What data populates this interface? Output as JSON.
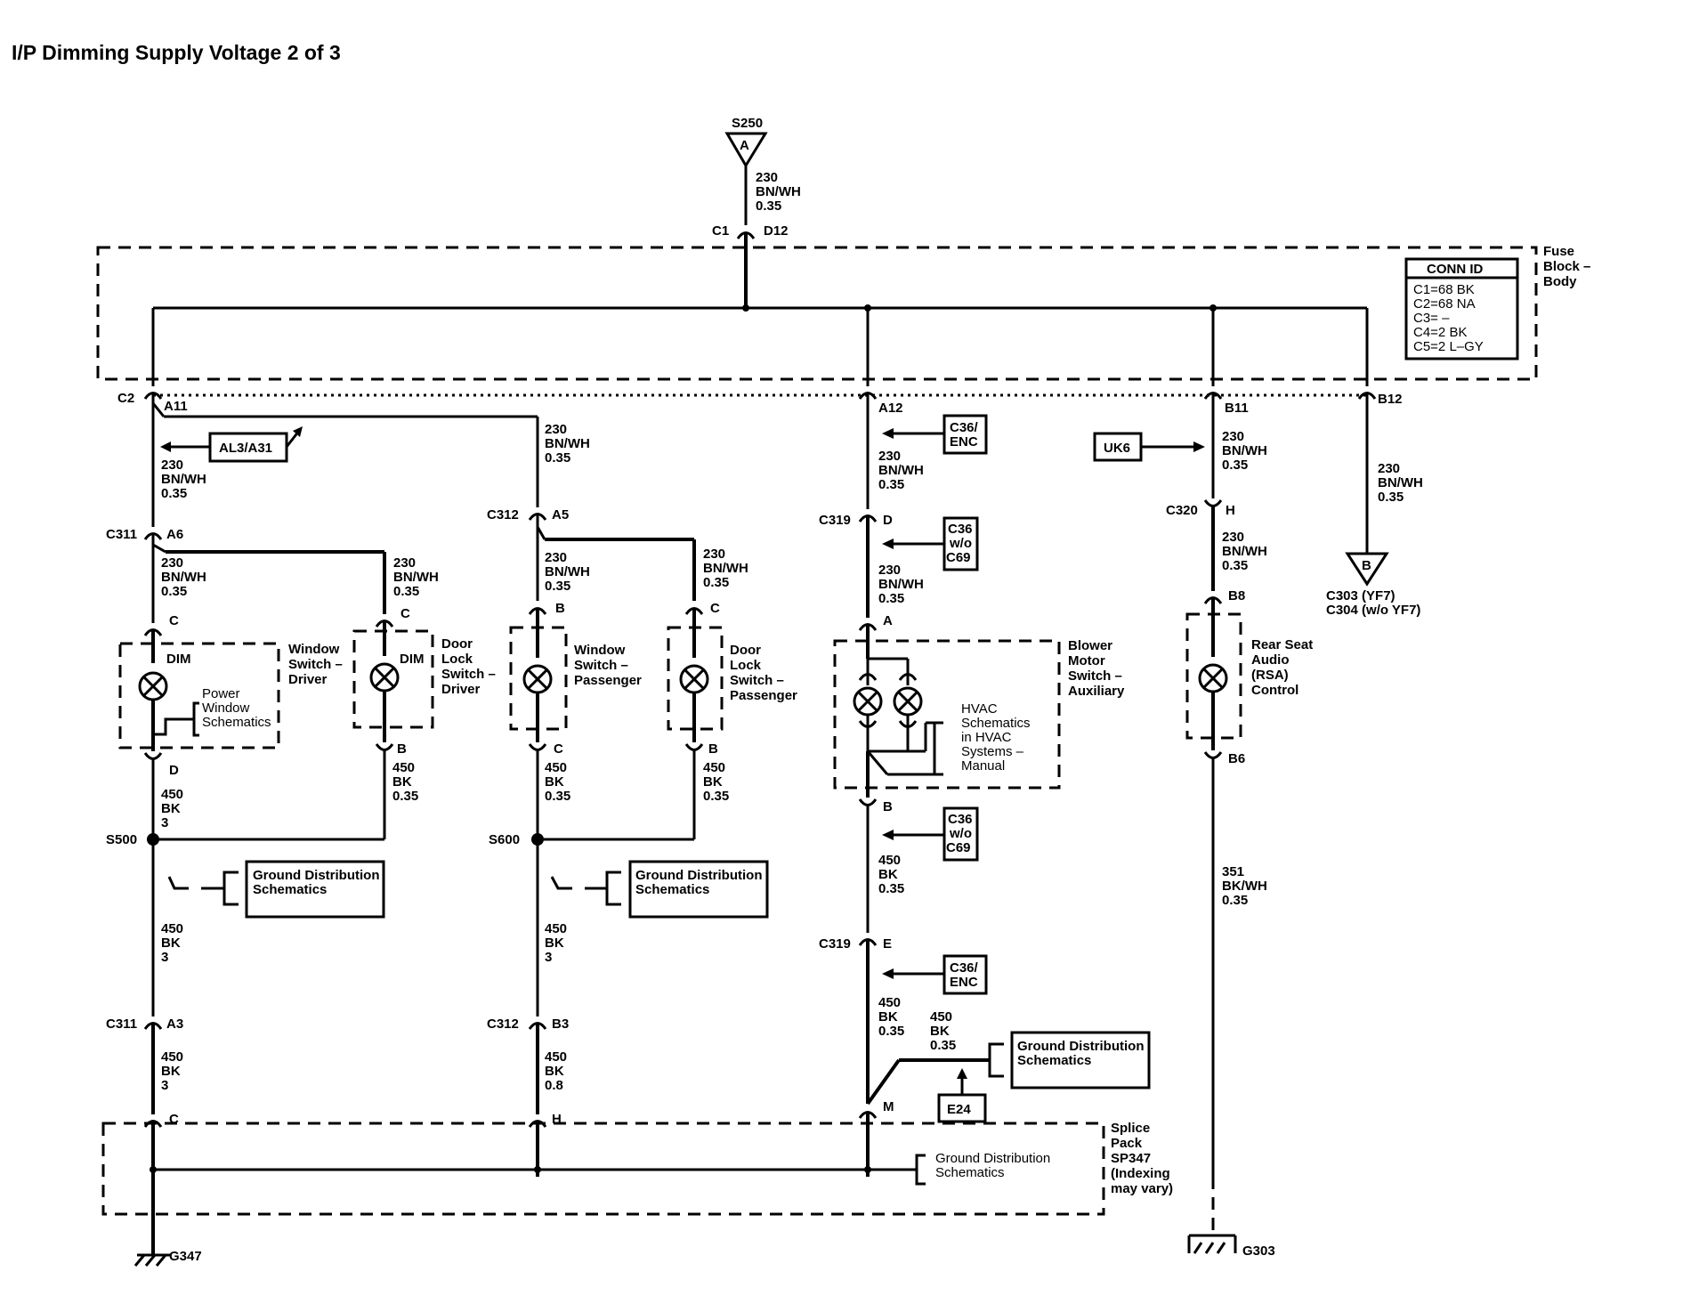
{
  "title": "I/P Dimming Supply Voltage 2 of 3",
  "source_splice": {
    "id": "S250",
    "ref": "A",
    "wire": [
      "230",
      "BN/WH",
      "0.35"
    ],
    "conn_left": "C1",
    "conn_right": "D12"
  },
  "fuse_block": {
    "name_lines": [
      "Fuse",
      "Block –",
      "Body"
    ],
    "conn_id": {
      "header": "CONN ID",
      "rows": [
        "C1=68 BK",
        "C2=68 NA",
        "C3= –",
        "C4=2 BK",
        "C5=2 L–GY"
      ]
    }
  },
  "outputs": {
    "c2_label": "C2",
    "a11": "A11",
    "a12": "A12",
    "b11": "B11",
    "b12": "B12"
  },
  "col1": {
    "ref_box": "AL3/A31",
    "wire1": [
      "230",
      "BN/WH",
      "0.35"
    ],
    "c311_top": "C311",
    "a6": "A6",
    "wire2": [
      "230",
      "BN/WH",
      "0.35"
    ],
    "pin_c": "C",
    "pin_dim": "DIM",
    "pin_d": "D",
    "device_lines": [
      "Window",
      "Switch –",
      "Driver"
    ],
    "sub_ref_lines": [
      "Power",
      "Window",
      "Schematics"
    ],
    "wire3": [
      "450",
      "BK",
      "3"
    ],
    "splice": "S500",
    "ground_ref_lines": [
      "Ground Distribution",
      "Schematics"
    ],
    "wire4": [
      "450",
      "BK",
      "3"
    ],
    "c311_bot": "C311",
    "a3": "A3",
    "wire5": [
      "450",
      "BK",
      "3"
    ],
    "pin_sp": "C",
    "ground": "G347"
  },
  "door_driver": {
    "wire": [
      "230",
      "BN/WH",
      "0.35"
    ],
    "pin_c": "C",
    "pin_dim": "DIM",
    "pin_b": "B",
    "device_lines": [
      "Door",
      "Lock",
      "Switch –",
      "Driver"
    ],
    "wire_out": [
      "450",
      "BK",
      "0.35"
    ]
  },
  "col2": {
    "wire1": [
      "230",
      "BN/WH",
      "0.35"
    ],
    "c312_top": "C312",
    "a5": "A5",
    "wire2": [
      "230",
      "BN/WH",
      "0.35"
    ],
    "pin_b": "B",
    "pin_c": "C",
    "device_lines": [
      "Window",
      "Switch –",
      "Passenger"
    ],
    "wire3": [
      "450",
      "BK",
      "0.35"
    ],
    "splice": "S600",
    "ground_ref_lines": [
      "Ground Distribution",
      "Schematics"
    ],
    "wire4": [
      "450",
      "BK",
      "3"
    ],
    "c312_bot": "C312",
    "b3": "B3",
    "wire5": [
      "450",
      "BK",
      "0.8"
    ],
    "pin_sp": "H"
  },
  "door_passenger": {
    "wire": [
      "230",
      "BN/WH",
      "0.35"
    ],
    "pin_c": "C",
    "pin_b": "B",
    "device_lines": [
      "Door",
      "Lock",
      "Switch –",
      "Passenger"
    ],
    "wire_out": [
      "450",
      "BK",
      "0.35"
    ]
  },
  "col3": {
    "ref1": [
      "C36/",
      "ENC"
    ],
    "wire1": [
      "230",
      "BN/WH",
      "0.35"
    ],
    "c319_top": "C319",
    "pin_d": "D",
    "ref2": [
      "C36",
      "w/o",
      "C69"
    ],
    "wire2": [
      "230",
      "BN/WH",
      "0.35"
    ],
    "pin_a": "A",
    "pin_b": "B",
    "device_lines": [
      "Blower",
      "Motor",
      "Switch –",
      "Auxiliary"
    ],
    "hvac_ref_lines": [
      "HVAC",
      "Schematics",
      "in HVAC",
      "Systems –",
      "Manual"
    ],
    "ref3": [
      "C36",
      "w/o",
      "C69"
    ],
    "wire3": [
      "450",
      "BK",
      "0.35"
    ],
    "c319_bot": "C319",
    "pin_e": "E",
    "ref4": [
      "C36/",
      "ENC"
    ],
    "wire4": [
      "450",
      "BK",
      "0.35"
    ],
    "wire5": [
      "450",
      "BK",
      "0.35"
    ],
    "ground_ref_lines": [
      "Ground Distribution",
      "Schematics"
    ],
    "ref5": "E24",
    "pin_m": "M"
  },
  "col4": {
    "ref_box": "UK6",
    "wire1": [
      "230",
      "BN/WH",
      "0.35"
    ],
    "c320": "C320",
    "pin_h": "H",
    "wire2": [
      "230",
      "BN/WH",
      "0.35"
    ],
    "pin_b8": "B8",
    "pin_b6": "B6",
    "device_lines": [
      "Rear Seat",
      "Audio",
      "(RSA)",
      "Control"
    ],
    "wire3": [
      "351",
      "BK/WH",
      "0.35"
    ],
    "ground": "G303"
  },
  "col5": {
    "wire1": [
      "230",
      "BN/WH",
      "0.35"
    ],
    "ref": "B",
    "dest_lines": [
      "C303 (YF7)",
      "C304 (w/o YF7)"
    ]
  },
  "splice_pack": {
    "name_lines": [
      "Splice",
      "Pack",
      "SP347",
      "(Indexing",
      "may vary)"
    ],
    "ground_ref_lines": [
      "Ground Distribution",
      "Schematics"
    ]
  }
}
